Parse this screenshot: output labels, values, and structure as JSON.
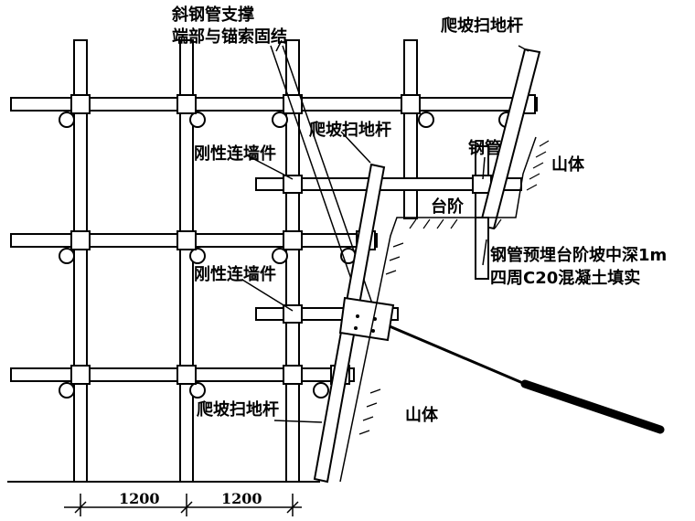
{
  "labels": {
    "diag_brace_line1": "斜钢管支撑",
    "diag_brace_line2": "端部与锚索固结",
    "sweep_rod_top": "爬坡扫地杆",
    "sweep_rod_mid": "爬坡扫地杆",
    "sweep_rod_bottom": "爬坡扫地杆",
    "wall_tie_upper": "刚性连墙件",
    "wall_tie_lower": "刚性连墙件",
    "steel_pipe": "钢管",
    "mountain_upper": "山体",
    "mountain_lower": "山体",
    "step": "台阶",
    "embed_note_line1": "钢管预埋台阶坡中深1m",
    "embed_note_line2": "四周C20混凝土填实"
  },
  "dimensions": {
    "dim_left": "1200",
    "dim_right": "1200"
  }
}
